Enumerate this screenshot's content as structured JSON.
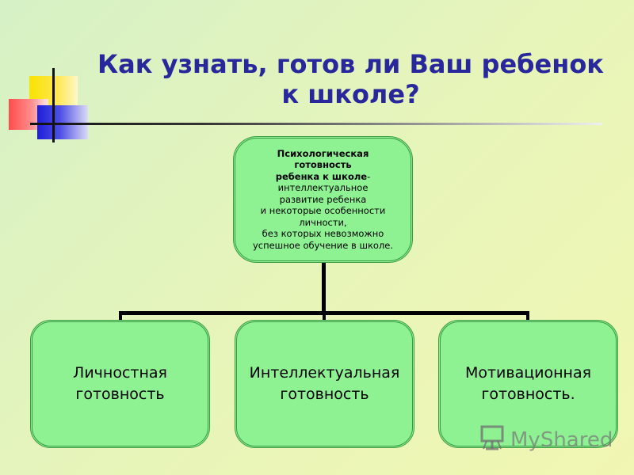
{
  "title": {
    "line1": "Как узнать, готов ли Ваш ребенок",
    "line2": "к школе?"
  },
  "top_box": {
    "bold_lines": [
      "Психологическая",
      "готовность",
      "ребенка к школе"
    ],
    "bold_suffix": "-",
    "lines": [
      "интеллектуальное",
      "развитие ребенка",
      "и некоторые особенности",
      "личности,",
      "без которых невозможно",
      "успешное обучение в школе."
    ]
  },
  "boxes": [
    {
      "line1": "Личностная",
      "line2": "готовность"
    },
    {
      "line1": "Интеллектуальная",
      "line2": "готовность"
    },
    {
      "line1": "Мотивационная",
      "line2": "готовность."
    }
  ],
  "watermark": {
    "text": "MyShared",
    "icon": "presentation-board-icon"
  },
  "colors": {
    "title": "#28289c",
    "box_fill": "#8ef293",
    "box_border": "#3b9a43",
    "connector": "#000000"
  }
}
